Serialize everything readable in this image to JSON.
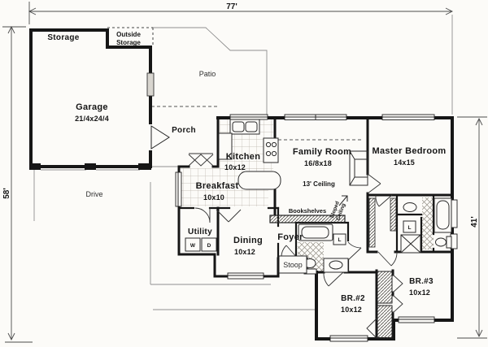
{
  "plan": {
    "dimensions": {
      "top": "77'",
      "left": "58'",
      "right": "41'"
    },
    "rooms": {
      "storage": {
        "name": "Storage"
      },
      "outside_storage": {
        "line1": "Outside",
        "line2": "Storage"
      },
      "patio": {
        "name": "Patio"
      },
      "garage": {
        "name": "Garage",
        "size": "21/4x24/4"
      },
      "porch": {
        "name": "Porch"
      },
      "kitchen": {
        "name": "Kitchen",
        "size": "10x12"
      },
      "family_room": {
        "name": "Family Room",
        "size": "16/8x18",
        "ceiling": "13' Ceiling"
      },
      "master_bedroom": {
        "name": "Master Bedroom",
        "size": "14x15"
      },
      "breakfast": {
        "name": "Breakfast",
        "size": "10x10"
      },
      "drive": {
        "name": "Drive"
      },
      "utility": {
        "name": "Utility"
      },
      "dining": {
        "name": "Dining",
        "size": "10x12"
      },
      "foyer": {
        "name": "Foyer"
      },
      "stoop": {
        "name": "Stoop"
      },
      "bedroom2": {
        "name": "BR.#2",
        "size": "10x12"
      },
      "bedroom3": {
        "name": "BR.#3",
        "size": "10x12"
      }
    },
    "annotations": {
      "bookshelves": "Bookshelves",
      "sloped_ceiling_line1": "Sloped",
      "sloped_ceiling_line2": "Ceiling",
      "washer": "W",
      "dryer": "D",
      "linen": "L"
    },
    "colors": {
      "background": "#fcfbf8",
      "wall": "#161616",
      "thin_line": "#8f8f8f"
    }
  }
}
